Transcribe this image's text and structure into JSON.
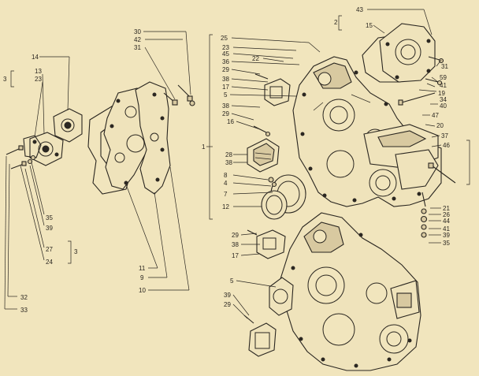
{
  "labels": {
    "l43": "43",
    "l2": "2",
    "l15": "15",
    "l31a": "31",
    "l59a": "59",
    "l41a": "41",
    "l19": "19",
    "l40": "40",
    "l34": "34",
    "l30": "30",
    "l42": "42",
    "l31b": "31",
    "l25": "25",
    "l23": "23",
    "l45": "45",
    "l36": "36",
    "l22": "22",
    "l29a": "29",
    "l38a": "38",
    "l17a": "17",
    "l5a": "5",
    "l38b": "38",
    "l29b": "29",
    "l16": "16",
    "l28": "28",
    "l38c": "38",
    "l47": "47",
    "l20": "20",
    "l37": "37",
    "l46": "46",
    "l8": "8",
    "l4": "4",
    "l7": "7",
    "l12": "12",
    "l21": "21",
    "l26": "26",
    "l44": "44",
    "l41b": "41",
    "l39a": "39",
    "l35a": "35",
    "l29c": "29",
    "l38d": "38",
    "l17b": "17",
    "l5b": "5",
    "l39b": "39",
    "l29d": "29",
    "l14": "14",
    "l13": "13",
    "l23b": "23",
    "l3a": "3",
    "l35b": "35",
    "l39c": "39",
    "l27": "27",
    "l24": "24",
    "l3b": "3",
    "l32": "32",
    "l33": "33",
    "l11": "11",
    "l9": "9",
    "l10": "10",
    "l1": "1"
  }
}
